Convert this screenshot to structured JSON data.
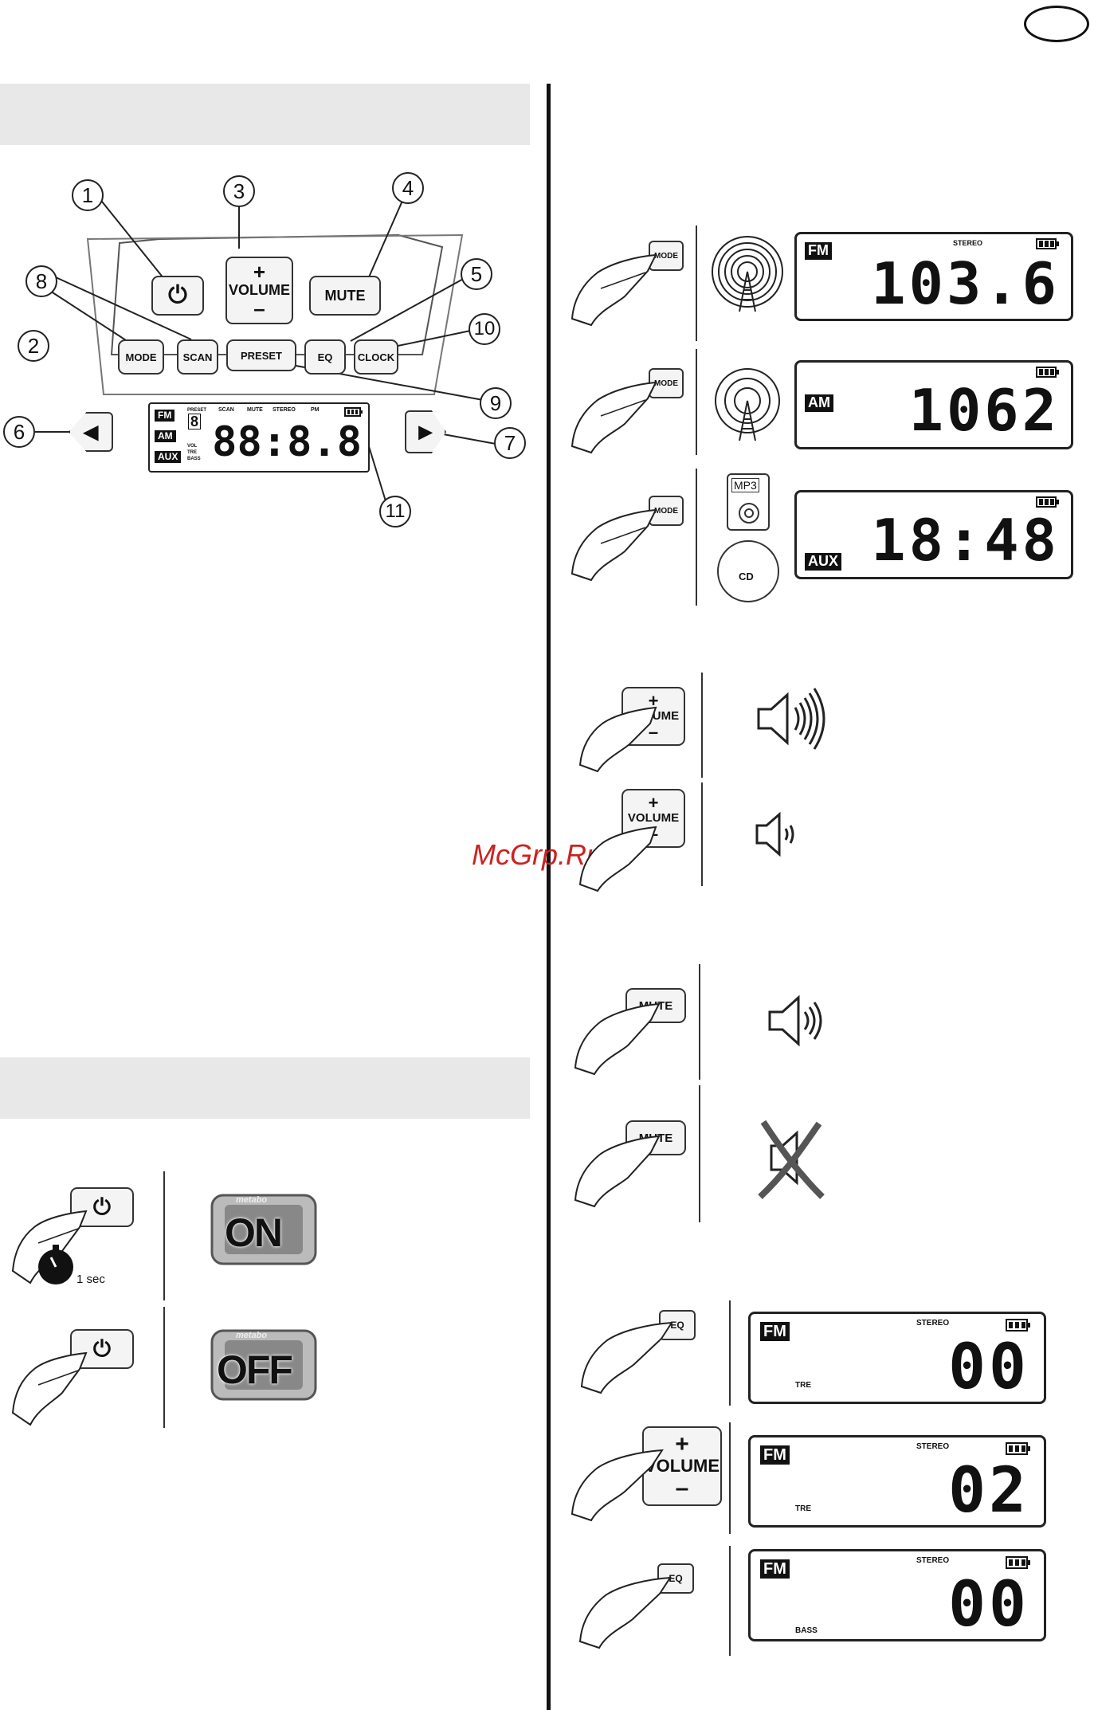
{
  "header": {
    "lang_badge": ""
  },
  "watermark": "McGrp.Ru",
  "panel": {
    "buttons": {
      "power": "⏻",
      "volume_plus": "+",
      "volume": "VOLUME",
      "volume_minus": "–",
      "mute": "MUTE",
      "mode": "MODE",
      "scan": "SCAN",
      "preset": "PRESET",
      "eq": "EQ",
      "clock": "CLOCK",
      "prev": "◀",
      "next": "▶"
    },
    "callouts": [
      "1",
      "2",
      "3",
      "4",
      "5",
      "6",
      "7",
      "8",
      "9",
      "10",
      "11"
    ],
    "display": {
      "bands": [
        "FM",
        "AM",
        "AUX"
      ],
      "preset_label": "PRESET",
      "preset_digit": "8",
      "status": [
        "SCAN",
        "MUTE",
        "STEREO",
        "PM"
      ],
      "sub_labels": [
        "VOL",
        "TRE",
        "BASS"
      ],
      "digits": "88:8.8"
    }
  },
  "power_section": {
    "hold_time": "1 sec",
    "on_label": "ON",
    "off_label": "OFF",
    "brand": "metabo"
  },
  "mode_section": {
    "button": "MODE",
    "fm": {
      "band": "FM",
      "stereo": "STEREO",
      "value": "103.6"
    },
    "am": {
      "band": "AM",
      "value": "1062"
    },
    "aux": {
      "band": "AUX",
      "value": "18:48",
      "mp3": "MP3",
      "cd": "CD"
    }
  },
  "volume_section": {
    "plus": "+",
    "label": "VOLUME",
    "minus": "–"
  },
  "mute_section": {
    "label": "MUTE"
  },
  "eq_section": {
    "button": "EQ",
    "plus": "+",
    "volume": "VOLUME",
    "minus": "–",
    "displays": [
      {
        "band": "FM",
        "stereo": "STEREO",
        "sub": "TRE",
        "value": "00"
      },
      {
        "band": "FM",
        "stereo": "STEREO",
        "sub": "TRE",
        "value": "02"
      },
      {
        "band": "FM",
        "stereo": "STEREO",
        "sub": "BASS",
        "value": "00"
      }
    ]
  }
}
